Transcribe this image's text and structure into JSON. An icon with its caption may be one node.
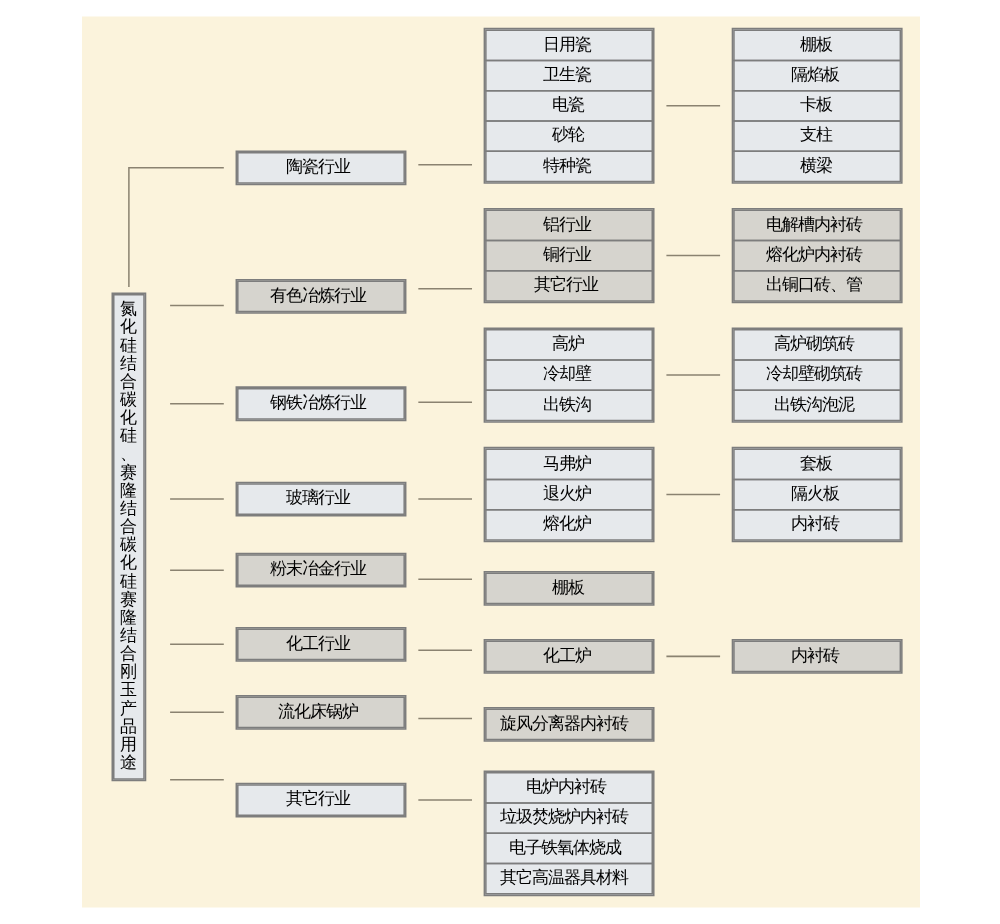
{
  "diagram": {
    "nodes": [
      {
        "text": [
          "氮化硅结合碳化硅、赛隆结合碳化硅赛隆结合刚玉产品用途"
        ]
      },
      {
        "text": [
          "陶瓷行业"
        ]
      },
      {
        "text": [
          "日用瓷",
          "卫生瓷",
          "电瓷",
          "砂轮",
          "特种瓷"
        ]
      },
      {
        "text": [
          "棚板",
          "隔焰板",
          "卡板",
          "支柱",
          "横梁"
        ]
      },
      {
        "text": [
          "有色冶炼行业"
        ]
      },
      {
        "text": [
          "铝行业",
          "铜行业",
          "其它行业"
        ]
      },
      {
        "text": [
          "电解槽内衬砖",
          "熔化炉内衬砖",
          "出铜口砖、管"
        ]
      },
      {
        "text": [
          "钢铁冶炼行业"
        ]
      },
      {
        "text": [
          "高炉",
          "冷却壁",
          "出铁沟"
        ]
      },
      {
        "text": [
          "高炉砌筑砖",
          "冷却壁砌筑砖",
          "出铁沟泡泥"
        ]
      },
      {
        "text": [
          "玻璃行业"
        ]
      },
      {
        "text": [
          "马弗炉",
          "退火炉",
          "熔化炉"
        ]
      },
      {
        "text": [
          "套板",
          "隔火板",
          "内衬砖"
        ]
      },
      {
        "text": [
          "粉末冶金行业"
        ]
      },
      {
        "text": [
          "棚板"
        ]
      },
      {
        "text": [
          "化工行业"
        ]
      },
      {
        "text": [
          "化工炉"
        ]
      },
      {
        "text": [
          "内衬砖"
        ]
      },
      {
        "text": [
          "流化床锅炉"
        ]
      },
      {
        "text": [
          "旋风分离器内衬砖"
        ]
      },
      {
        "text": [
          "其它行业"
        ]
      },
      {
        "text": [
          "电炉内衬砖",
          "垃圾焚烧炉内衬砖",
          "电子铁氧体烧成",
          "其它高温器具材料"
        ]
      }
    ],
    "edges": [
      {
        "from": 0,
        "to": 1,
        "arrow": "none"
      },
      {
        "from": 1,
        "to": 2,
        "arrow": "none"
      },
      {
        "from": 2,
        "to": 3,
        "arrow": "none"
      },
      {
        "from": 0,
        "to": 4,
        "arrow": "none"
      },
      {
        "from": 4,
        "to": 5,
        "arrow": "none"
      },
      {
        "from": 5,
        "to": 6,
        "arrow": "none"
      },
      {
        "from": 0,
        "to": 7,
        "arrow": "none"
      },
      {
        "from": 7,
        "to": 8,
        "arrow": "none"
      },
      {
        "from": 8,
        "to": 9,
        "arrow": "none"
      },
      {
        "from": 0,
        "to": 10,
        "arrow": "none"
      },
      {
        "from": 10,
        "to": 11,
        "arrow": "none"
      },
      {
        "from": 11,
        "to": 12,
        "arrow": "none"
      },
      {
        "from": 0,
        "to": 13,
        "arrow": "none"
      },
      {
        "from": 13,
        "to": 14,
        "arrow": "none"
      },
      {
        "from": 0,
        "to": 15,
        "arrow": "none"
      },
      {
        "from": 15,
        "to": 16,
        "arrow": "none"
      },
      {
        "from": 16,
        "to": 17,
        "arrow": "none"
      },
      {
        "from": 0,
        "to": 18,
        "arrow": "none"
      },
      {
        "from": 18,
        "to": 19,
        "arrow": "none"
      },
      {
        "from": 0,
        "to": 20,
        "arrow": "none"
      },
      {
        "from": 20,
        "to": 21,
        "arrow": "none"
      }
    ]
  }
}
